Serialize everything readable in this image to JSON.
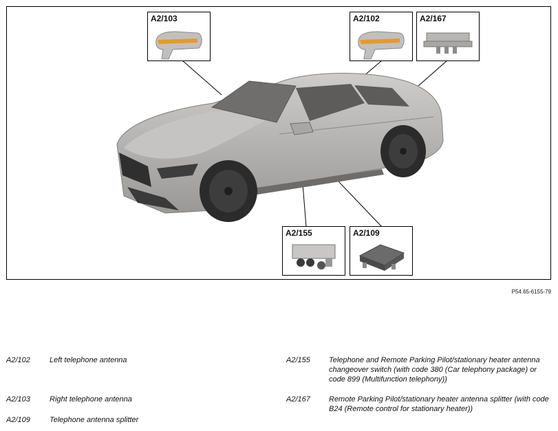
{
  "figure": {
    "reference": "P54.65-6155-79",
    "callouts": [
      {
        "code": "A2/103",
        "icon": "mirror-icon"
      },
      {
        "code": "A2/102",
        "icon": "mirror-icon"
      },
      {
        "code": "A2/167",
        "icon": "splitter-module-icon"
      },
      {
        "code": "A2/155",
        "icon": "switch-module-icon"
      },
      {
        "code": "A2/109",
        "icon": "splitter-box-icon"
      }
    ]
  },
  "legend": [
    {
      "code": "A2/102",
      "description": "Left telephone antenna"
    },
    {
      "code": "A2/103",
      "description": "Right telephone antenna"
    },
    {
      "code": "A2/109",
      "description": "Telephone antenna splitter"
    },
    {
      "code": "A2/155",
      "description": "Telephone and Remote Parking Pilot/stationary heater antenna changeover switch (with code 380 (Car telephony package) or code 899 (Multifunction telephony))"
    },
    {
      "code": "A2/167",
      "description": "Remote Parking Pilot/stationary heater antenna splitter (with code B24 (Remote control for stationary heater))"
    }
  ],
  "colors": {
    "car_body": "#b9b7b5",
    "car_shadow": "#8e8c8a",
    "tire": "#2b2b2b",
    "indicator": "#e69a2a"
  }
}
